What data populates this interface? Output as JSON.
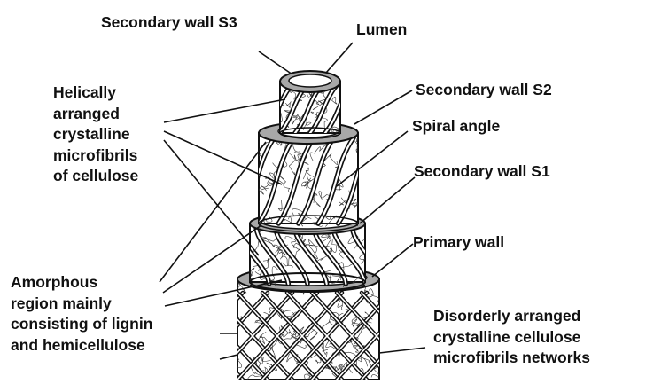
{
  "labels": {
    "secondary_wall_s3": "Secondary wall S3",
    "lumen": "Lumen",
    "secondary_wall_s2": "Secondary wall S2",
    "spiral_angle": "Spiral angle",
    "secondary_wall_s1": "Secondary wall S1",
    "primary_wall": "Primary wall",
    "microfibrils_lines": [
      "Helically",
      "arranged",
      "crystalline",
      "microfibrils",
      "of cellulose"
    ],
    "amorphous_lines": [
      "Amorphous",
      "region mainly",
      "consisting of lignin",
      "and hemicellulose"
    ],
    "networks_lines": [
      "Disorderly arranged",
      "crystalline cellulose",
      "microfibrils networks"
    ]
  },
  "colors": {
    "ink": "#111111",
    "ring": "#a8a8a8",
    "lumen": "#ffffff",
    "background": "#ffffff"
  }
}
